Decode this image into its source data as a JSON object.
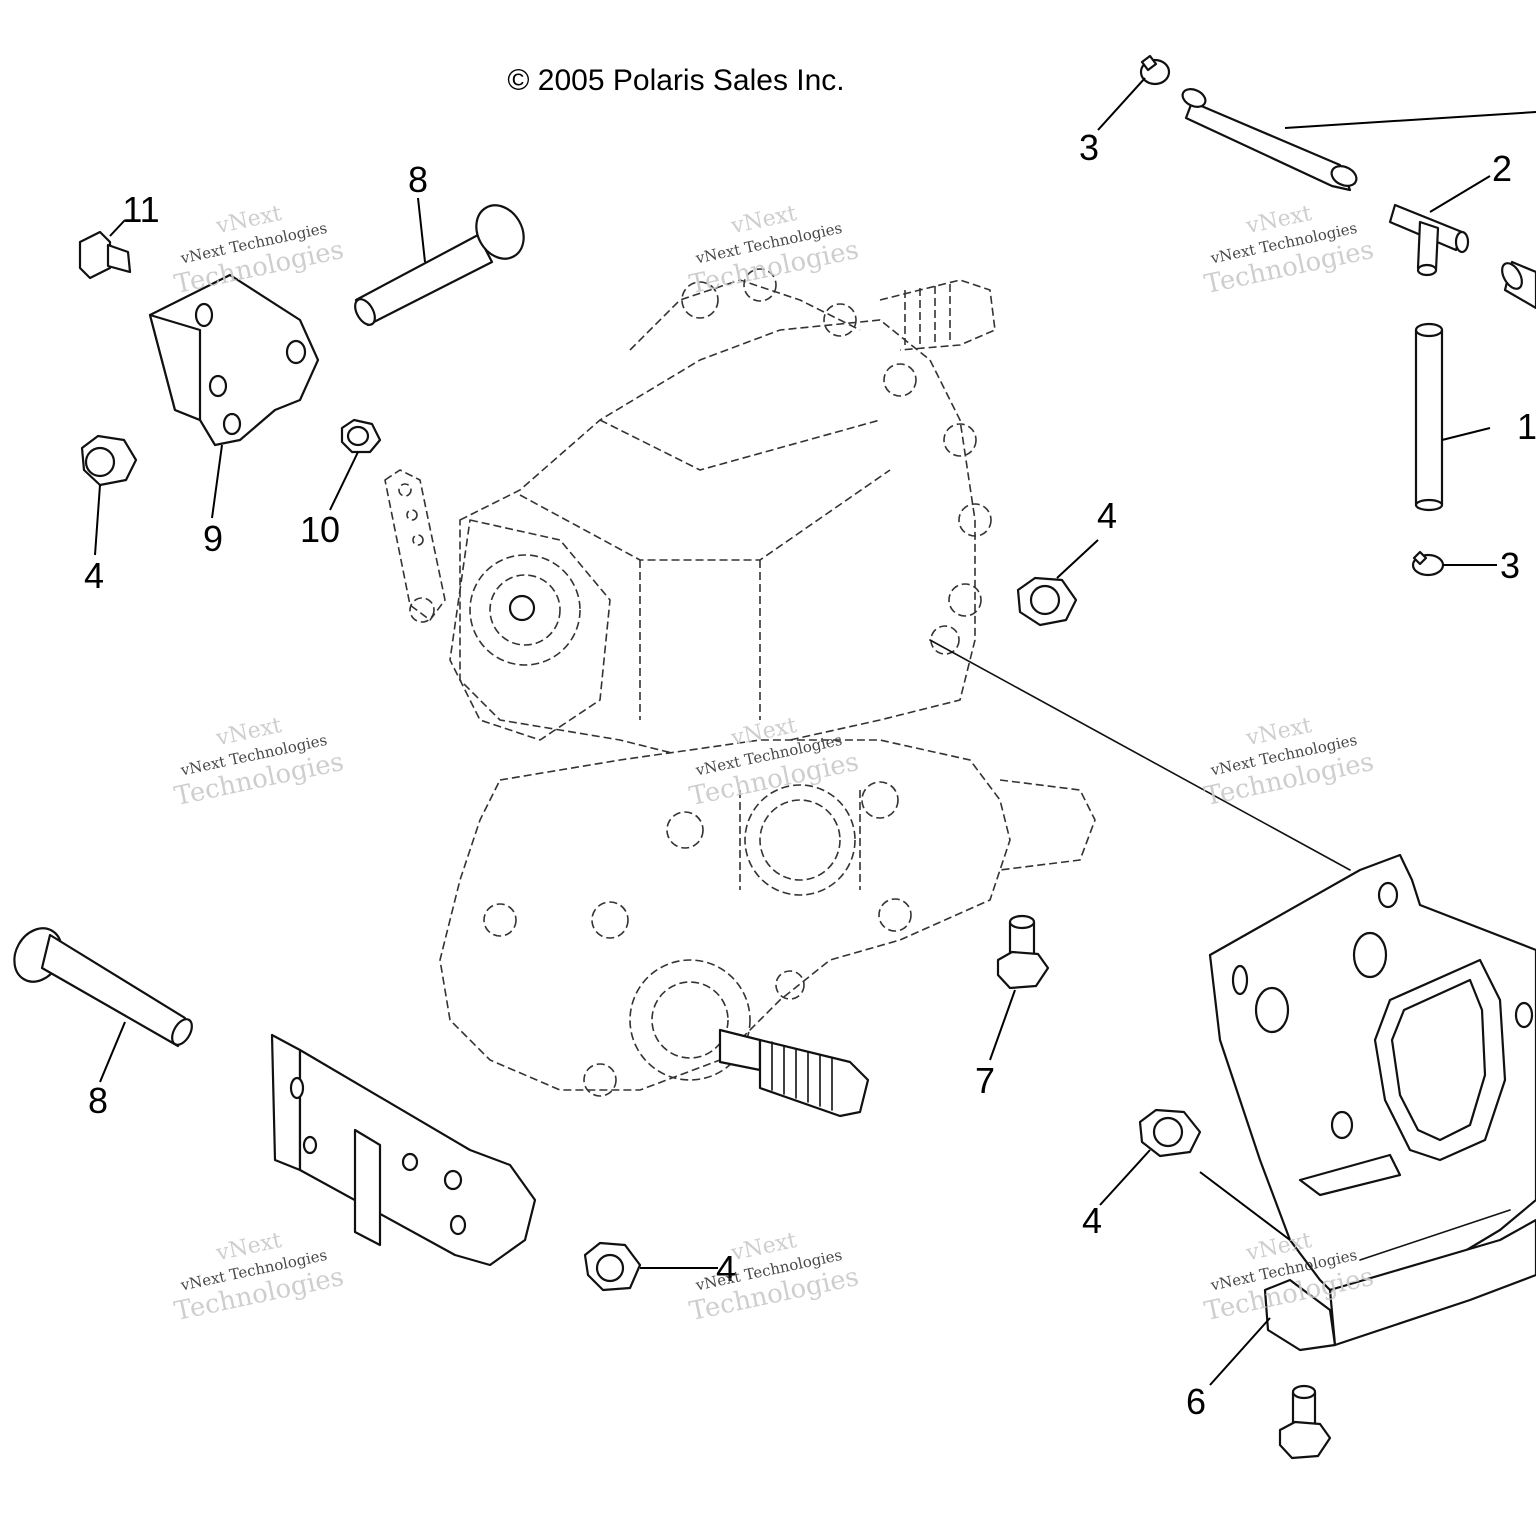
{
  "diagram": {
    "copyright": "© 2005 Polaris Sales Inc.",
    "watermark": {
      "line1": "vNext",
      "line2": "vNext Technologies",
      "line3": "Technologies",
      "color": "#c9c9c9"
    },
    "callouts": {
      "c1": "1",
      "c2": "2",
      "c3a": "3",
      "c3b": "3",
      "c4a": "4",
      "c4b": "4",
      "c4c": "4",
      "c4d": "4",
      "c6": "6",
      "c7": "7",
      "c8a": "8",
      "c8b": "8",
      "c9": "9",
      "c10": "10",
      "c11": "11"
    },
    "line_color": "#111111",
    "background": "#ffffff"
  }
}
